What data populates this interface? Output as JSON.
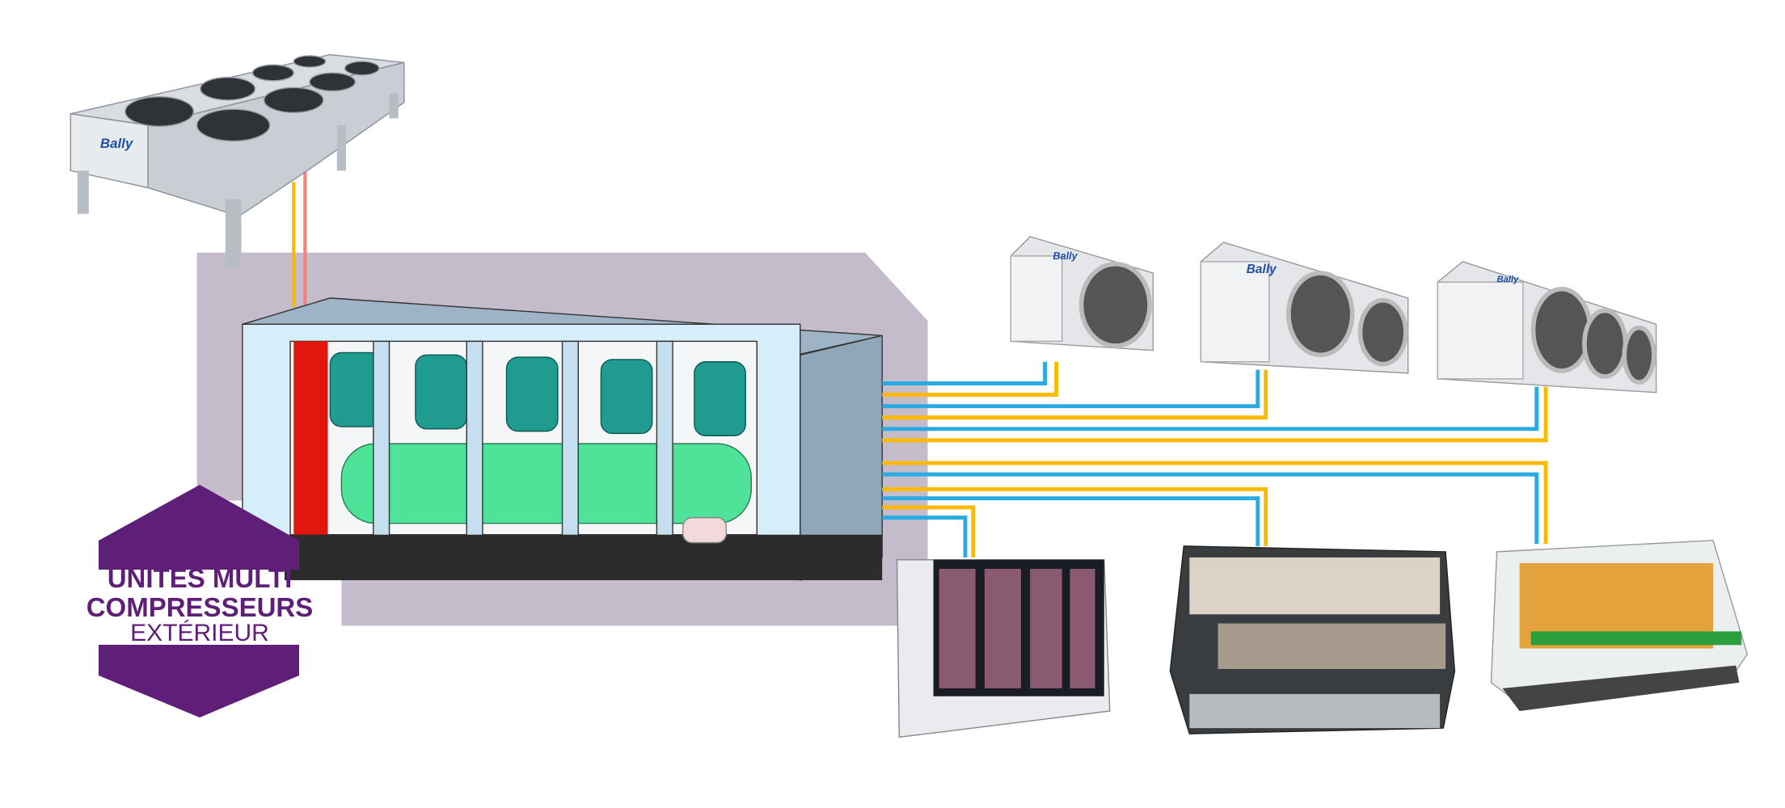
{
  "label": {
    "line1": "UNITES MULTI",
    "line2": "COMPRESSEURS",
    "line3": "EXTÉRIEUR"
  },
  "brand": {
    "condenser_logo": "Bally",
    "evaporator1_logo": "Bally",
    "evaporator2_logo": "Bally",
    "evaporator3_logo": "Bally"
  },
  "colors": {
    "label_purple": "#5f1f78",
    "zone_gray": "#c4bccb",
    "pipe_blue": "#29abe2",
    "pipe_yellow": "#fbb900",
    "pipe_red": "#f48080",
    "compressor_teal": "#1f9b90",
    "receiver_green": "#4fe39a"
  }
}
